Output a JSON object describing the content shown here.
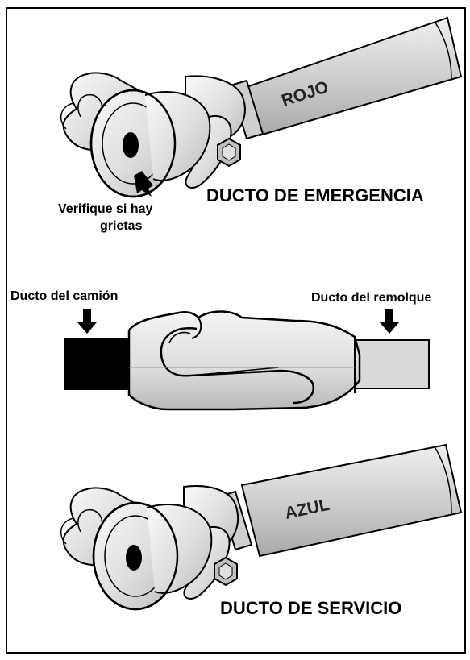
{
  "emergency": {
    "hose_label": "ROJO",
    "title": "DUCTO DE EMERGENCIA",
    "callout_line1": "Verifique si hay",
    "callout_line2": "grietas"
  },
  "coupling": {
    "truck_line": "Ducto del camión",
    "trailer_line": "Ducto del remolque"
  },
  "service": {
    "hose_label": "AZUL",
    "title": "DUCTO DE SERVICIO"
  },
  "colors": {
    "border": "#000000",
    "metal_fill": "#e6e6e6",
    "hose_fill": "#d4d4d4",
    "truck_hose": "#000000",
    "trailer_hose": "#d9d9d9"
  }
}
